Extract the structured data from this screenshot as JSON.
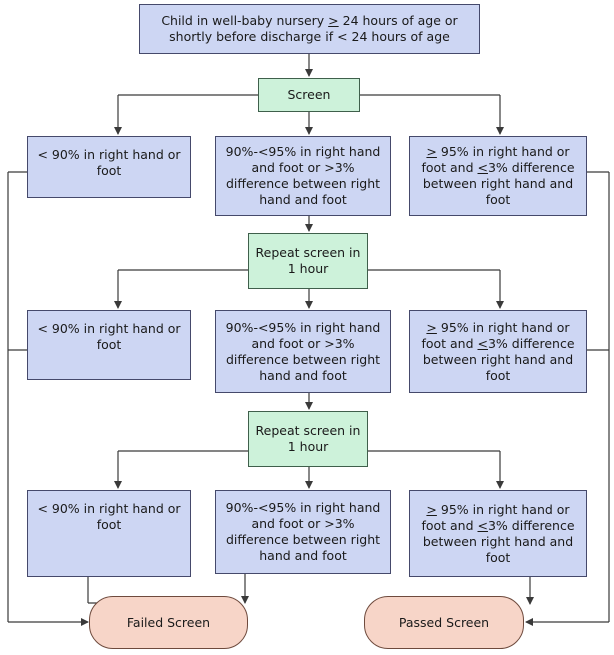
{
  "start": {
    "line1_a": "Child in well-baby nursery ",
    "line1_sym": ">",
    "line1_b": " 24 hours of age or",
    "line2": "shortly before discharge if < 24 hours of age"
  },
  "screens": [
    "Screen",
    "Repeat screen in 1 hour",
    "Repeat screen in 1 hour"
  ],
  "rows": [
    {
      "left": "< 90% in right hand or foot",
      "middle": "90%-<95% in right hand and foot or >3% difference between right hand and foot",
      "right": {
        "a": "95% in right hand or foot and ",
        "b": "3% difference between right hand and foot"
      }
    },
    {
      "left": "< 90% in right hand or foot",
      "middle": "90%-<95% in right hand and foot or >3% difference between right hand and foot",
      "right": {
        "a": "95% in right hand or foot and ",
        "b": "3% difference between right hand and foot"
      }
    },
    {
      "left": "< 90% in right hand or foot",
      "middle": "90%-<95% in right hand and foot or >3% difference between right hand and foot",
      "right": {
        "a": "95% in right hand or foot and ",
        "b": "3% difference between right hand and foot"
      }
    }
  ],
  "sym": {
    "ge": ">",
    "le": "<"
  },
  "outcomes": {
    "failed": "Failed Screen",
    "passed": "Passed Screen"
  },
  "colors": {
    "process_fill": "#cdd6f3",
    "screen_fill": "#cdf2da",
    "terminal_fill": "#f7d5c8",
    "line": "#3a3a3a"
  }
}
